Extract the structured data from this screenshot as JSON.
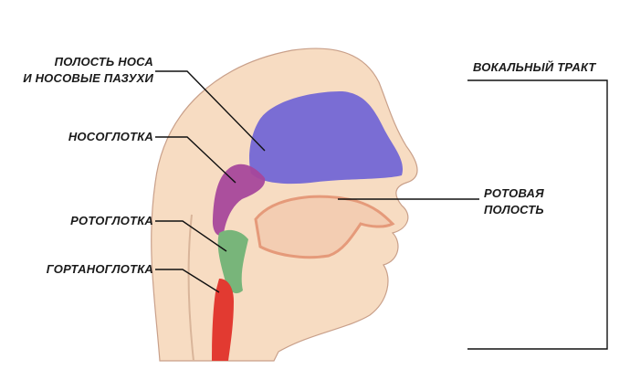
{
  "labels": {
    "nasal_cavity_line1": "ПОЛОСТЬ НОСА",
    "nasal_cavity_line2": "И НОСОВЫЕ ПАЗУХИ",
    "nasopharynx": "НОСОГЛОТКА",
    "oropharynx": "РОТОГЛОТКА",
    "laryngopharynx": "ГОРТАНОГЛОТКА",
    "oral_cavity_line1": "РОТОВАЯ",
    "oral_cavity_line2": "ПОЛОСТЬ",
    "vocal_tract": "ВОКАЛЬНЫЙ ТРАКТ"
  },
  "colors": {
    "skin": "#f7dcc2",
    "skin_outline": "#c9a08a",
    "nasal": "#6f63d6",
    "nasopharynx": "#a7479b",
    "oropharynx": "#78b57a",
    "laryngopharynx": "#e23a31",
    "oral": "#e59a7a",
    "leader": "#111111"
  }
}
